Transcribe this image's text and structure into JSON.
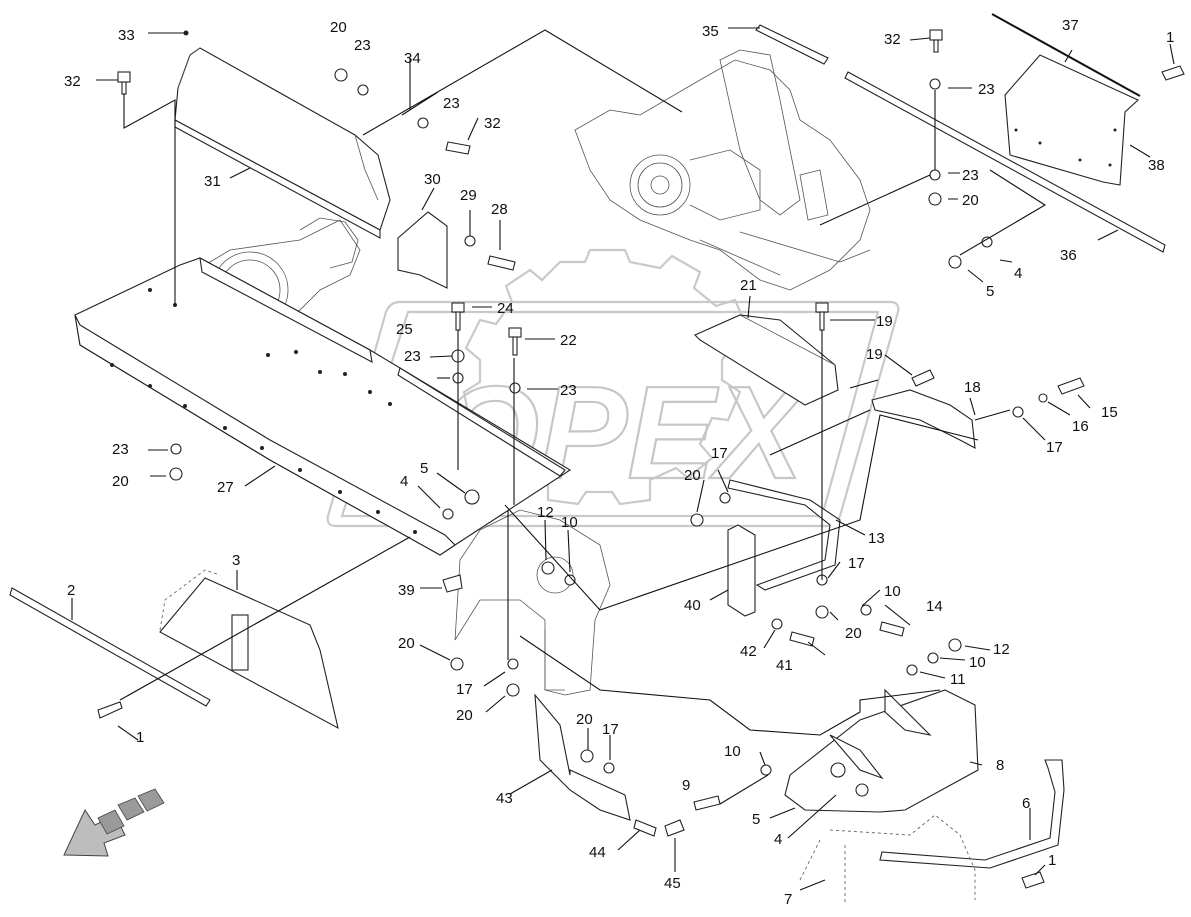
{
  "watermark": "OPEX",
  "callouts": [
    {
      "id": "c33",
      "label": "33"
    },
    {
      "id": "c32a",
      "label": "32"
    },
    {
      "id": "c31",
      "label": "31"
    },
    {
      "id": "c20a",
      "label": "20"
    },
    {
      "id": "c23a",
      "label": "23"
    },
    {
      "id": "c34",
      "label": "34"
    },
    {
      "id": "c23b",
      "label": "23"
    },
    {
      "id": "c32b",
      "label": "32"
    },
    {
      "id": "c30",
      "label": "30"
    },
    {
      "id": "c29",
      "label": "29"
    },
    {
      "id": "c28",
      "label": "28"
    },
    {
      "id": "c35",
      "label": "35"
    },
    {
      "id": "c32c",
      "label": "32"
    },
    {
      "id": "c23c",
      "label": "23"
    },
    {
      "id": "c37",
      "label": "37"
    },
    {
      "id": "c1a",
      "label": "1"
    },
    {
      "id": "c38",
      "label": "38"
    },
    {
      "id": "c23d",
      "label": "23"
    },
    {
      "id": "c20b",
      "label": "20"
    },
    {
      "id": "c36",
      "label": "36"
    },
    {
      "id": "c4a",
      "label": "4"
    },
    {
      "id": "c5a",
      "label": "5"
    },
    {
      "id": "c24",
      "label": "24"
    },
    {
      "id": "c25",
      "label": "25"
    },
    {
      "id": "c22",
      "label": "22"
    },
    {
      "id": "c23e",
      "label": "23"
    },
    {
      "id": "c23f",
      "label": "23"
    },
    {
      "id": "c21",
      "label": "21"
    },
    {
      "id": "c19a",
      "label": "19"
    },
    {
      "id": "c19b",
      "label": "19"
    },
    {
      "id": "c18",
      "label": "18"
    },
    {
      "id": "c15",
      "label": "15"
    },
    {
      "id": "c16",
      "label": "16"
    },
    {
      "id": "c17a",
      "label": "17"
    },
    {
      "id": "c23g",
      "label": "23"
    },
    {
      "id": "c20c",
      "label": "20"
    },
    {
      "id": "c27",
      "label": "27"
    },
    {
      "id": "c5b",
      "label": "5"
    },
    {
      "id": "c4b",
      "label": "4"
    },
    {
      "id": "c17b",
      "label": "17"
    },
    {
      "id": "c20d",
      "label": "20"
    },
    {
      "id": "c13",
      "label": "13"
    },
    {
      "id": "c12a",
      "label": "12"
    },
    {
      "id": "c10a",
      "label": "10"
    },
    {
      "id": "c3",
      "label": "3"
    },
    {
      "id": "c2",
      "label": "2"
    },
    {
      "id": "c39",
      "label": "39"
    },
    {
      "id": "c40",
      "label": "40"
    },
    {
      "id": "c17c",
      "label": "17"
    },
    {
      "id": "c10b",
      "label": "10"
    },
    {
      "id": "c14",
      "label": "14"
    },
    {
      "id": "c20e",
      "label": "20"
    },
    {
      "id": "c42",
      "label": "42"
    },
    {
      "id": "c41",
      "label": "41"
    },
    {
      "id": "c12b",
      "label": "12"
    },
    {
      "id": "c10c",
      "label": "10"
    },
    {
      "id": "c11",
      "label": "11"
    },
    {
      "id": "c20f",
      "label": "20"
    },
    {
      "id": "c17d",
      "label": "17"
    },
    {
      "id": "c20g",
      "label": "20"
    },
    {
      "id": "c1b",
      "label": "1"
    },
    {
      "id": "c20h",
      "label": "20"
    },
    {
      "id": "c17e",
      "label": "17"
    },
    {
      "id": "c10d",
      "label": "10"
    },
    {
      "id": "c8",
      "label": "8"
    },
    {
      "id": "c43",
      "label": "43"
    },
    {
      "id": "c9",
      "label": "9"
    },
    {
      "id": "c5c",
      "label": "5"
    },
    {
      "id": "c4c",
      "label": "4"
    },
    {
      "id": "c6",
      "label": "6"
    },
    {
      "id": "c44",
      "label": "44"
    },
    {
      "id": "c45",
      "label": "45"
    },
    {
      "id": "c7",
      "label": "7"
    },
    {
      "id": "c1c",
      "label": "1"
    }
  ]
}
